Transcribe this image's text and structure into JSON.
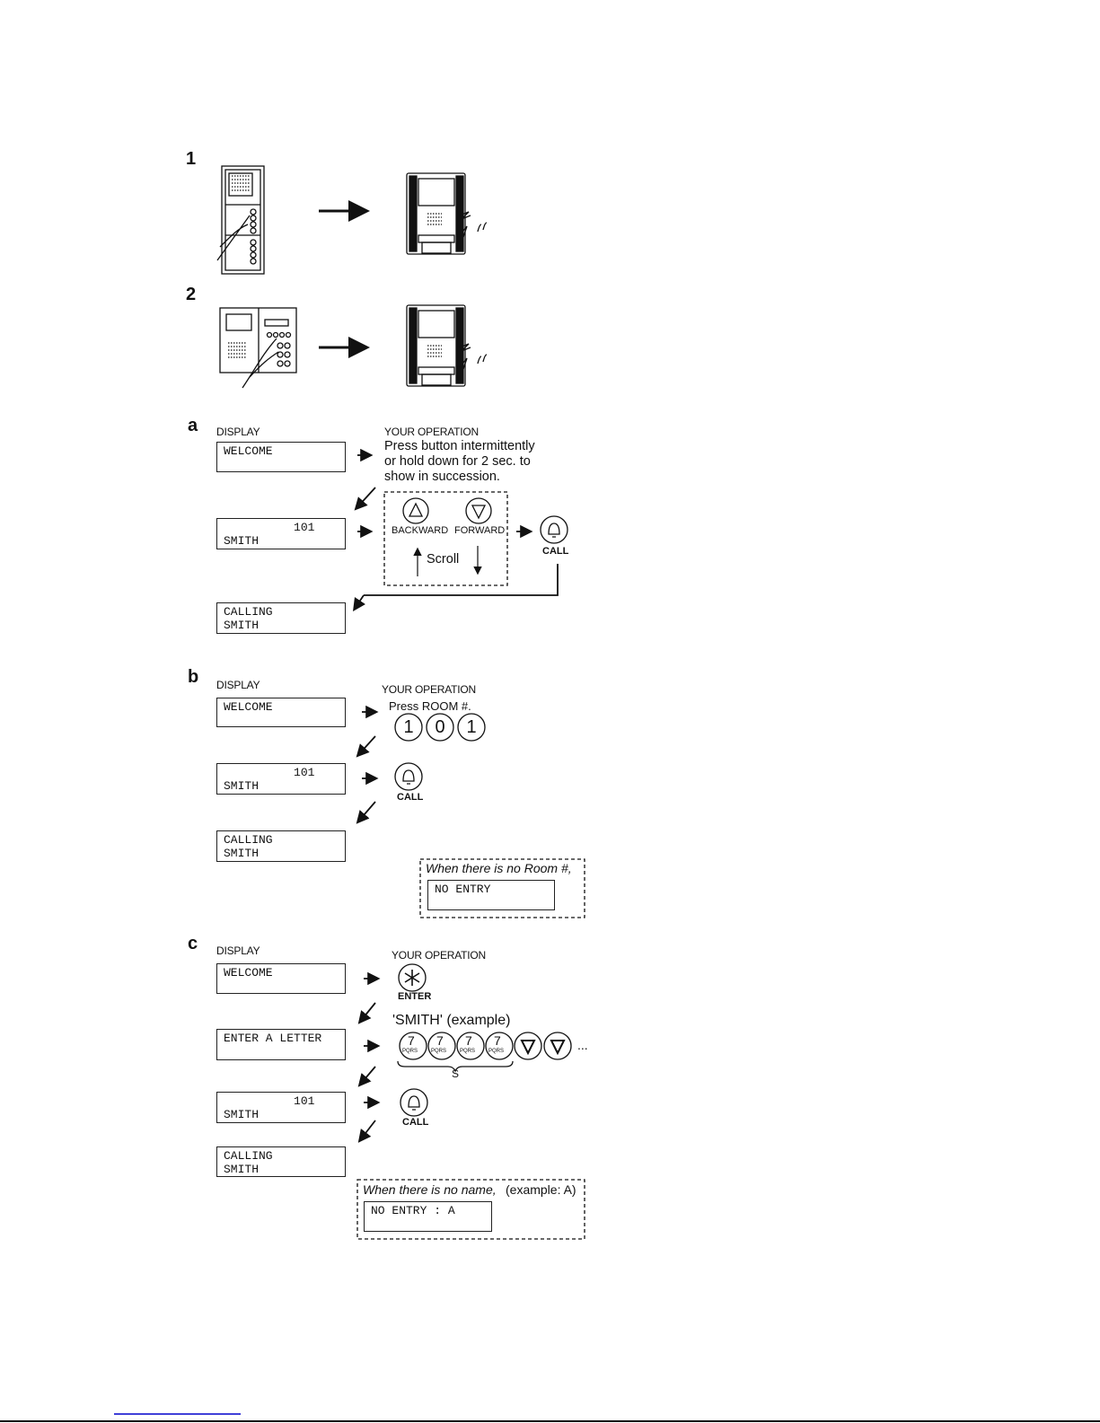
{
  "steps": {
    "one": "1",
    "two": "2",
    "a": "a",
    "b": "b",
    "c": "c"
  },
  "labels": {
    "display": "DISPLAY",
    "your_operation": "YOUR OPERATION"
  },
  "section_a": {
    "displays": [
      "WELCOME",
      "          101\nSMITH",
      "CALLING\nSMITH"
    ],
    "instruction": [
      "Press button intermittently",
      "or hold down for 2 sec. to",
      "show in succession."
    ],
    "backward": "BACKWARD",
    "forward": "FORWARD",
    "scroll": "Scroll",
    "call": "CALL"
  },
  "section_b": {
    "displays": [
      "WELCOME",
      "          101\nSMITH",
      "CALLING\nSMITH"
    ],
    "instruction": "Press ROOM  #.",
    "digits": [
      "1",
      "0",
      "1"
    ],
    "call": "CALL",
    "note": "When there is no Room #,",
    "note_display": "NO ENTRY"
  },
  "section_c": {
    "displays": [
      "WELCOME",
      "ENTER A LETTER",
      "          101\nSMITH",
      "CALLING\nSMITH"
    ],
    "enter": "ENTER",
    "example": "'SMITH' (example)",
    "key_digit": "7",
    "key_letters": "PQRS",
    "ellipsis": "...",
    "brace_label": "S",
    "call": "CALL",
    "note": "When there is no name,",
    "note_example": "(example: A)",
    "note_display": "NO ENTRY : A"
  },
  "colors": {
    "ink": "#111111",
    "link": "#0000cc"
  }
}
